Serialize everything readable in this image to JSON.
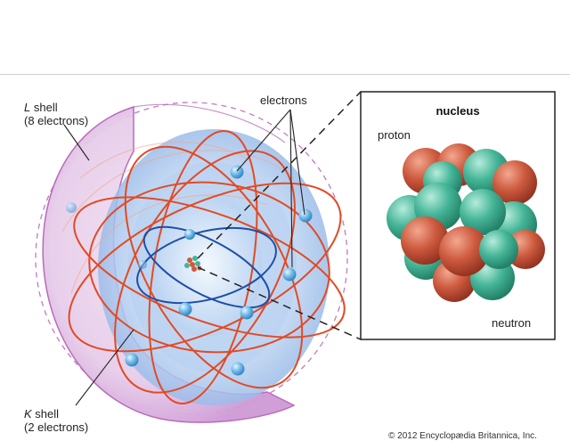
{
  "labels": {
    "l_shell_letter": "L",
    "l_shell_word": "shell",
    "l_shell_count": "(8 electrons)",
    "k_shell_letter": "K",
    "k_shell_word": "shell",
    "k_shell_count": "(2 electrons)",
    "electrons": "electrons",
    "nucleus": "nucleus",
    "proton": "proton",
    "neutron": "neutron"
  },
  "credit": "© 2012 Encyclopædia Britannica, Inc.",
  "colors": {
    "orbit": "#e24a24",
    "k_orbit": "#1d4fa8",
    "electron": "#6cb4e6",
    "proton": "#c8553a",
    "neutron": "#3aa88a",
    "l_shell_outline": "#b565b8",
    "k_shell_fill": "#a9c6ec"
  }
}
